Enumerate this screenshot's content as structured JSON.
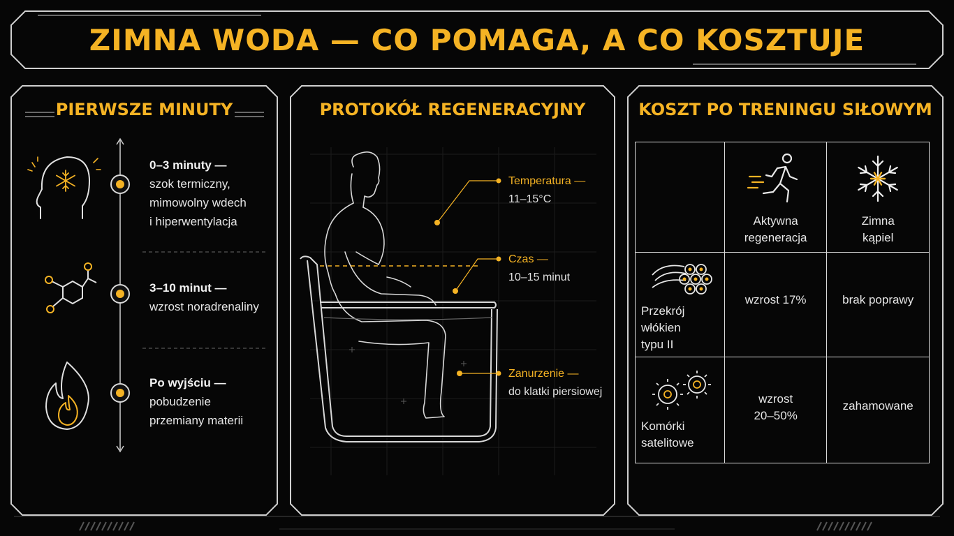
{
  "title": "ZIMNA WODA — CO POMAGA, A CO KOSZTUJE",
  "colors": {
    "accent": "#f5b324",
    "frame": "#cfcfcf",
    "background": "#060606"
  },
  "panel1": {
    "title": "PIERWSZE MINUTY",
    "steps": [
      {
        "icon": "brain-snowflake-icon",
        "heading": "0–3 minuty —",
        "lines": [
          "szok termiczny,",
          "mimowolny wdech",
          "i hiperwentylacja"
        ]
      },
      {
        "icon": "molecule-icon",
        "heading": "3–10 minut —",
        "lines": [
          "wzrost noradrenaliny"
        ]
      },
      {
        "icon": "flame-icon",
        "heading": "Po wyjściu —",
        "lines": [
          "pobudzenie",
          "przemiany materii"
        ]
      }
    ]
  },
  "panel2": {
    "title": "PROTOKÓŁ REGENERACYJNY",
    "callouts": [
      {
        "heading": "Temperatura —",
        "value": "11–15°C"
      },
      {
        "heading": "Czas —",
        "value": "10–15 minut"
      },
      {
        "heading": "Zanurzenie —",
        "value": "do klatki piersiowej"
      }
    ]
  },
  "panel3": {
    "title": "KOSZT PO TRENINGU SIŁOWYM",
    "columns": [
      {
        "icon": "running-person-icon",
        "label_lines": [
          "Aktywna",
          "regeneracja"
        ]
      },
      {
        "icon": "snowflake-icon",
        "label_lines": [
          "Zimna",
          "kąpiel"
        ]
      }
    ],
    "rows": [
      {
        "icon": "muscle-fibers-icon",
        "label_lines": [
          "Przekrój",
          "włókien",
          "typu II"
        ],
        "values": [
          [
            "wzrost 17%"
          ],
          [
            "brak poprawy"
          ]
        ]
      },
      {
        "icon": "satellite-cells-icon",
        "label_lines": [
          "Komórki",
          "satelitowe"
        ],
        "values": [
          [
            "wzrost",
            "20–50%"
          ],
          [
            "zahamowane"
          ]
        ]
      }
    ]
  }
}
